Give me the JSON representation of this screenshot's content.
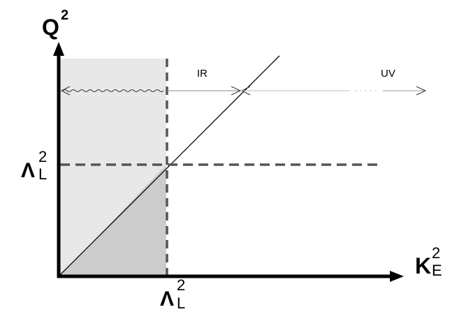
{
  "axes": {
    "y_label_main": "Q",
    "y_label_sup": "2",
    "x_label_main": "K",
    "x_label_sub": "E",
    "x_label_sup": "2"
  },
  "lambda_y": {
    "main": "Λ",
    "sub": "L",
    "sup": "2"
  },
  "lambda_x": {
    "main": "Λ",
    "sub": "L",
    "sup": "2"
  },
  "regions": {
    "ir": "IR",
    "uv": "UV"
  },
  "colors": {
    "shade_light": "#e8e8e8",
    "shade_dark": "#cccccc",
    "axis": "#000000",
    "dashed": "#555555",
    "arrow": "#555555"
  }
}
